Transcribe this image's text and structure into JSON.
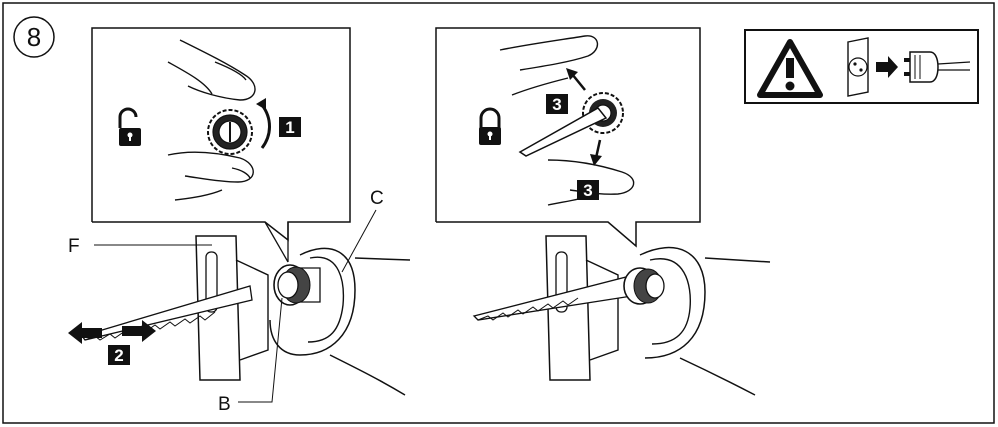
{
  "figure": {
    "number": "8",
    "steps": {
      "one": "1",
      "two": "2",
      "three_a": "3",
      "three_b": "3"
    },
    "labels": {
      "F": "F",
      "C": "C",
      "B": "B"
    }
  },
  "icons": {
    "unlock": "unlocked-padlock-icon",
    "lock": "locked-padlock-icon",
    "warning": "warning-triangle-icon",
    "unplug": "unplug-from-socket-icon"
  },
  "colors": {
    "ink": "#111111",
    "paper": "#ffffff"
  }
}
